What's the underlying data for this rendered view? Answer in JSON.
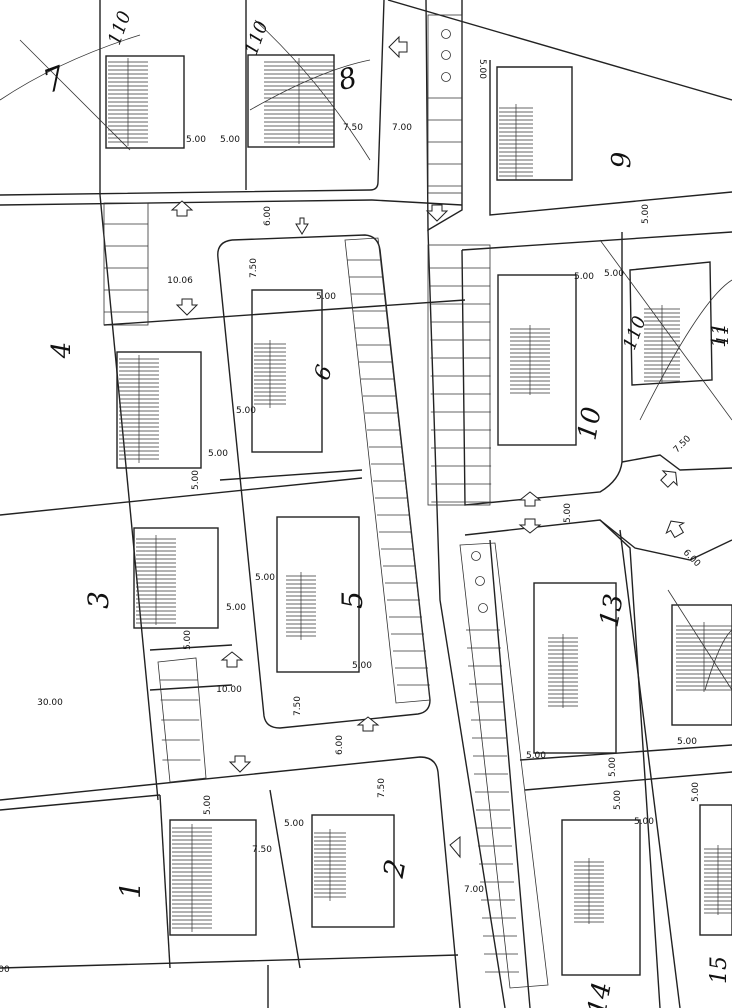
{
  "plot_numbers": [
    "7",
    "8",
    "9",
    "4",
    "6",
    "10",
    "11",
    "3",
    "5",
    "13",
    "1",
    "2",
    "14",
    "15"
  ],
  "dimensions": [
    "5.00",
    "5.00",
    "5.00",
    "7.50",
    "7.00",
    "5.00",
    "6.00",
    "7.50",
    "10.06",
    "5.00",
    "5.00",
    "5.00",
    "5.00",
    "5.00",
    "5.00",
    "5.00",
    "7.50",
    "6.00",
    "5.00",
    "5.00",
    "5.00",
    "30.00",
    "10.00",
    "7.50",
    "6.00",
    "7.50",
    "5.00",
    "5.00",
    "5.00",
    "7.50",
    "5.00",
    "5.00",
    "5.00",
    "5.00",
    "5.00",
    "7.00",
    "5.00",
    "00"
  ],
  "plot_labels_extra": [
    "110",
    "110",
    "110",
    "11"
  ]
}
